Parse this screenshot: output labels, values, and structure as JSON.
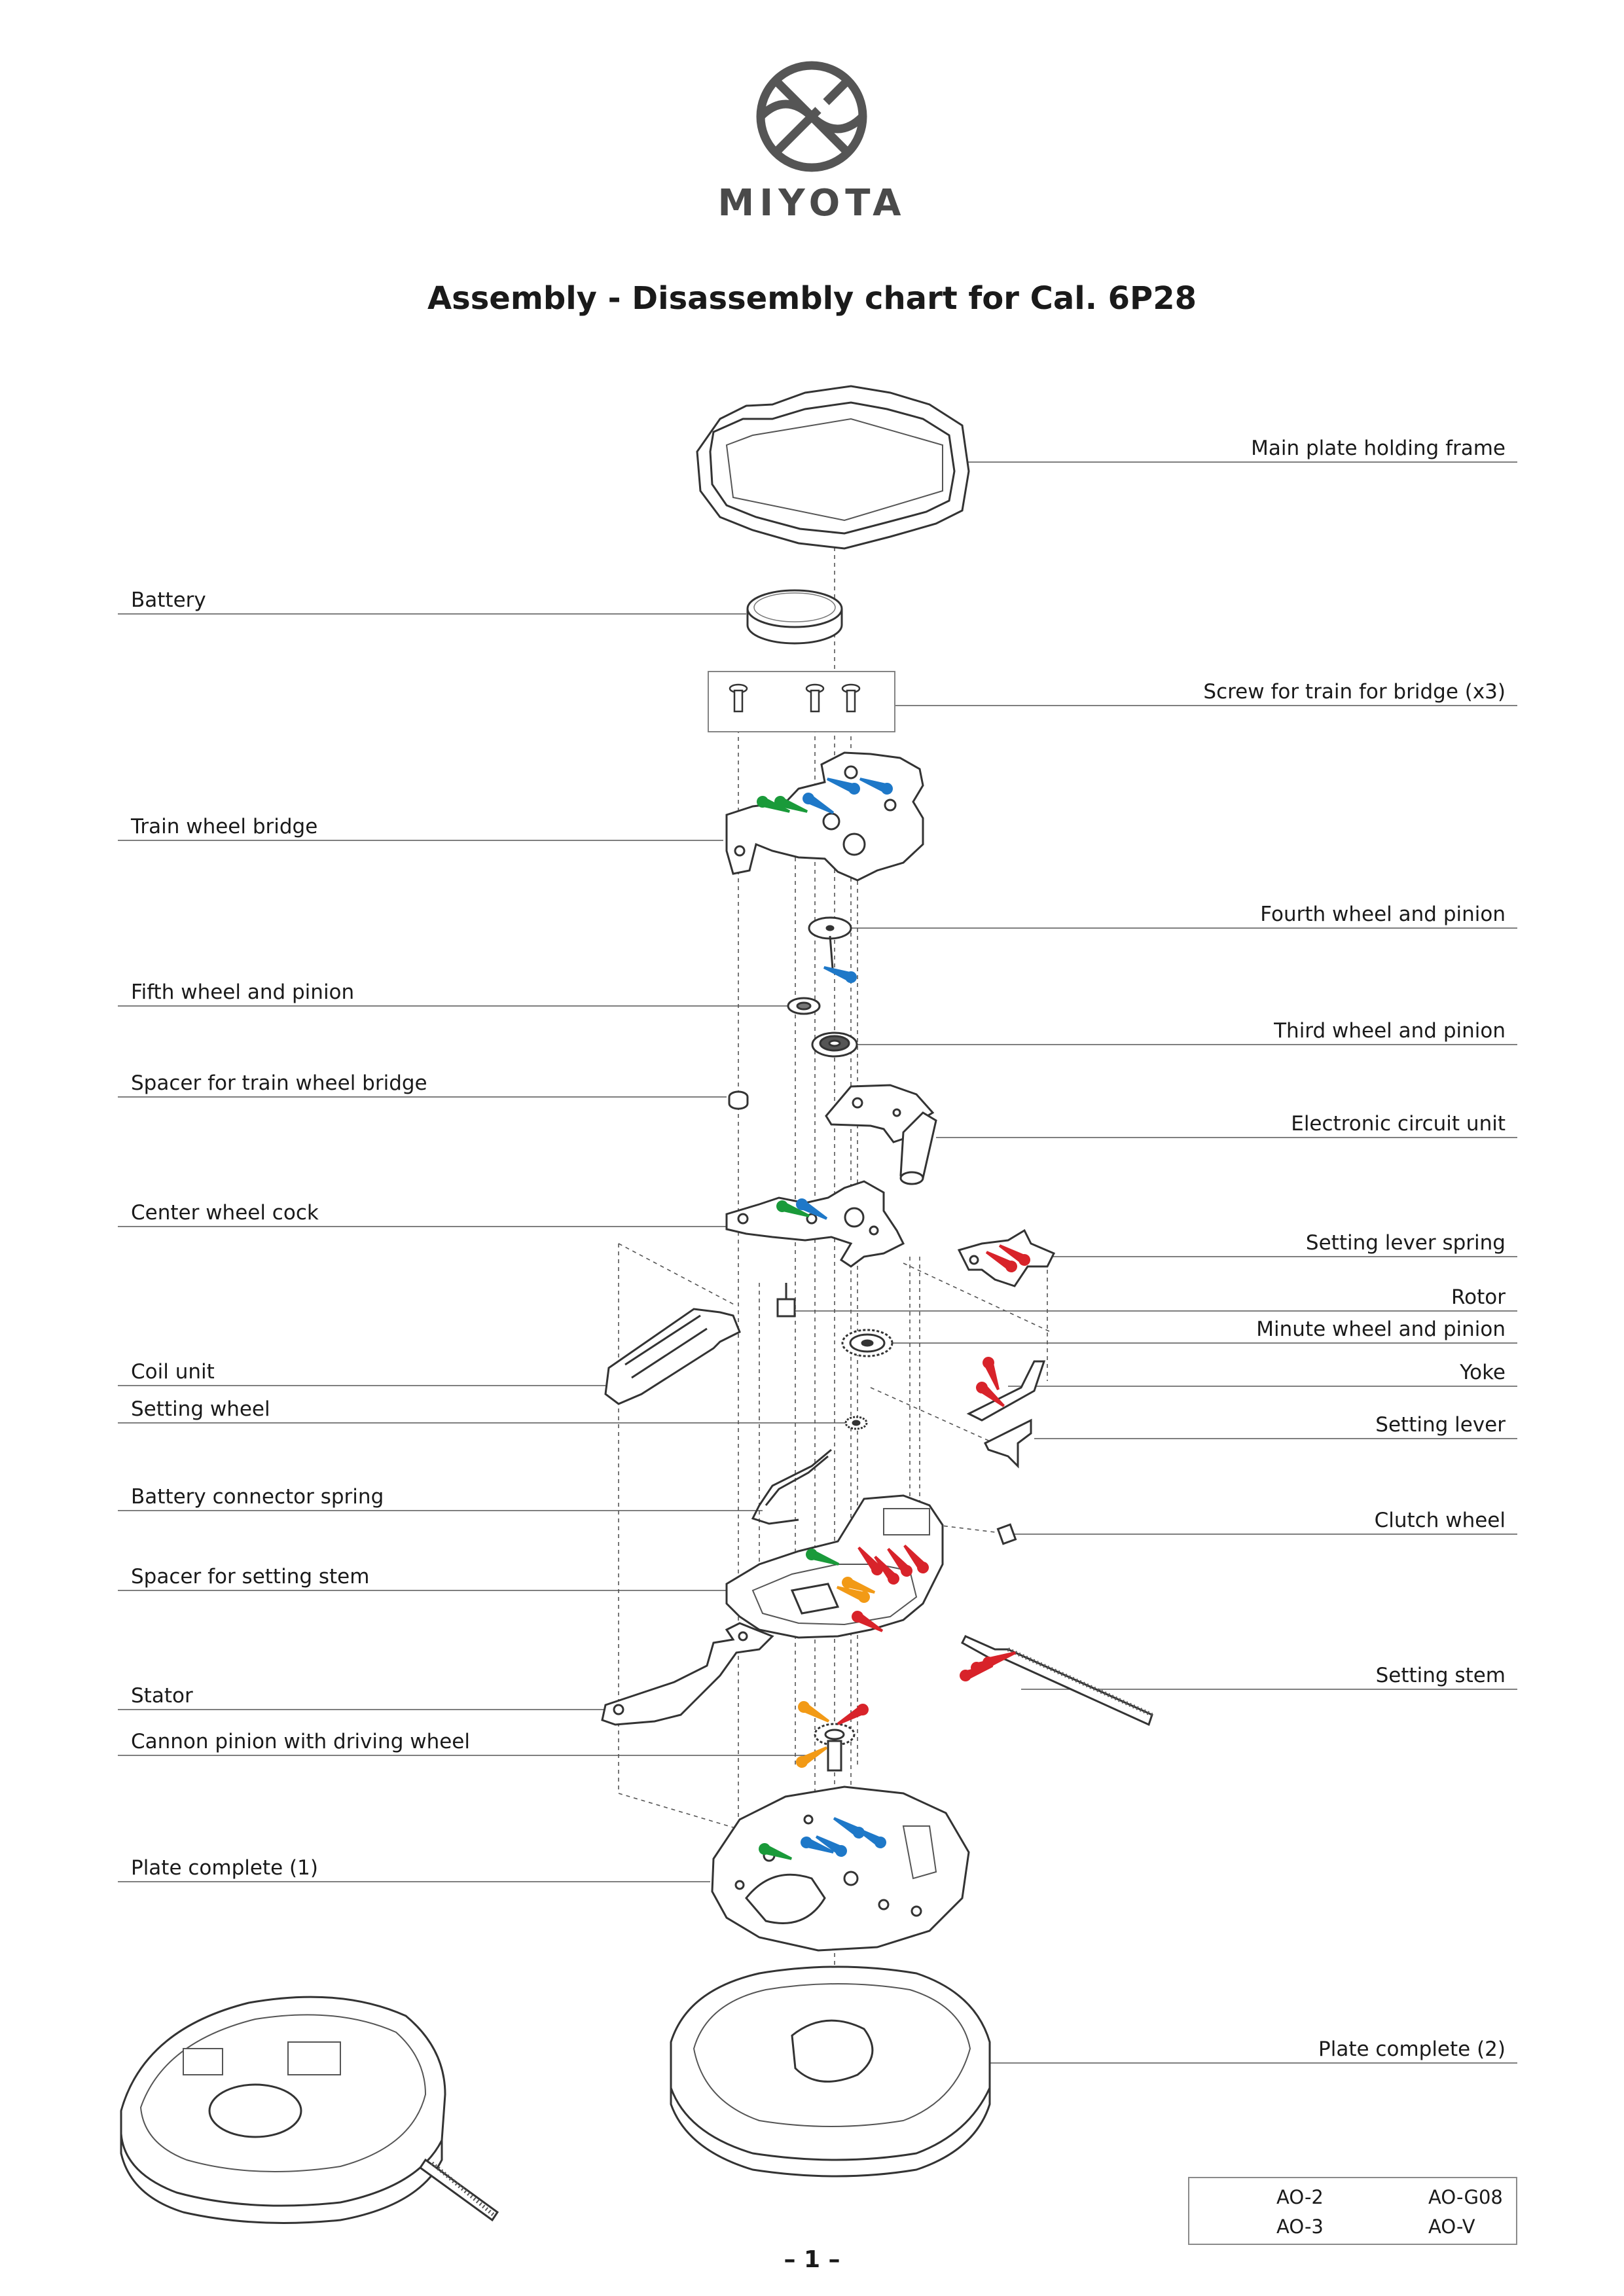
{
  "brand": {
    "name": "MIYOTA"
  },
  "title": "Assembly - Disassembly chart for Cal. 6P28",
  "page_number": "– 1 –",
  "parts_right": [
    {
      "id": "main-plate-holding-frame",
      "label": "Main plate holding frame"
    },
    {
      "id": "screw-for-train-bridge",
      "label": "Screw for train for bridge (x3)"
    },
    {
      "id": "fourth-wheel",
      "label": "Fourth wheel and pinion"
    },
    {
      "id": "third-wheel",
      "label": "Third wheel and pinion"
    },
    {
      "id": "electronic-circuit-unit",
      "label": "Electronic circuit unit"
    },
    {
      "id": "setting-lever-spring",
      "label": "Setting lever spring"
    },
    {
      "id": "rotor",
      "label": "Rotor"
    },
    {
      "id": "minute-wheel",
      "label": "Minute wheel and pinion"
    },
    {
      "id": "yoke",
      "label": "Yoke"
    },
    {
      "id": "setting-lever",
      "label": "Setting lever"
    },
    {
      "id": "clutch-wheel",
      "label": "Clutch wheel"
    },
    {
      "id": "setting-stem",
      "label": "Setting stem"
    },
    {
      "id": "plate-complete-2",
      "label": "Plate complete (2)"
    }
  ],
  "parts_left": [
    {
      "id": "battery",
      "label": "Battery"
    },
    {
      "id": "train-wheel-bridge",
      "label": "Train wheel bridge"
    },
    {
      "id": "fifth-wheel",
      "label": "Fifth wheel and pinion"
    },
    {
      "id": "spacer-train-wheel-bridge",
      "label": "Spacer for train wheel bridge"
    },
    {
      "id": "center-wheel-cock",
      "label": "Center wheel cock"
    },
    {
      "id": "coil-unit",
      "label": "Coil unit"
    },
    {
      "id": "setting-wheel",
      "label": "Setting wheel"
    },
    {
      "id": "battery-connector-spring",
      "label": "Battery connector spring"
    },
    {
      "id": "spacer-setting-stem",
      "label": "Spacer for setting stem"
    },
    {
      "id": "stator",
      "label": "Stator"
    },
    {
      "id": "cannon-pinion",
      "label": "Cannon pinion with driving wheel"
    },
    {
      "id": "plate-complete-1",
      "label": "Plate complete (1)"
    }
  ],
  "legend": {
    "items": [
      {
        "label": "AO-2",
        "color": "#1a9a3a"
      },
      {
        "label": "AO-G08",
        "color": "#f29a16"
      },
      {
        "label": "AO-3",
        "color": "#1e78c8"
      },
      {
        "label": "AO-V",
        "color": "#d8232a"
      }
    ]
  }
}
